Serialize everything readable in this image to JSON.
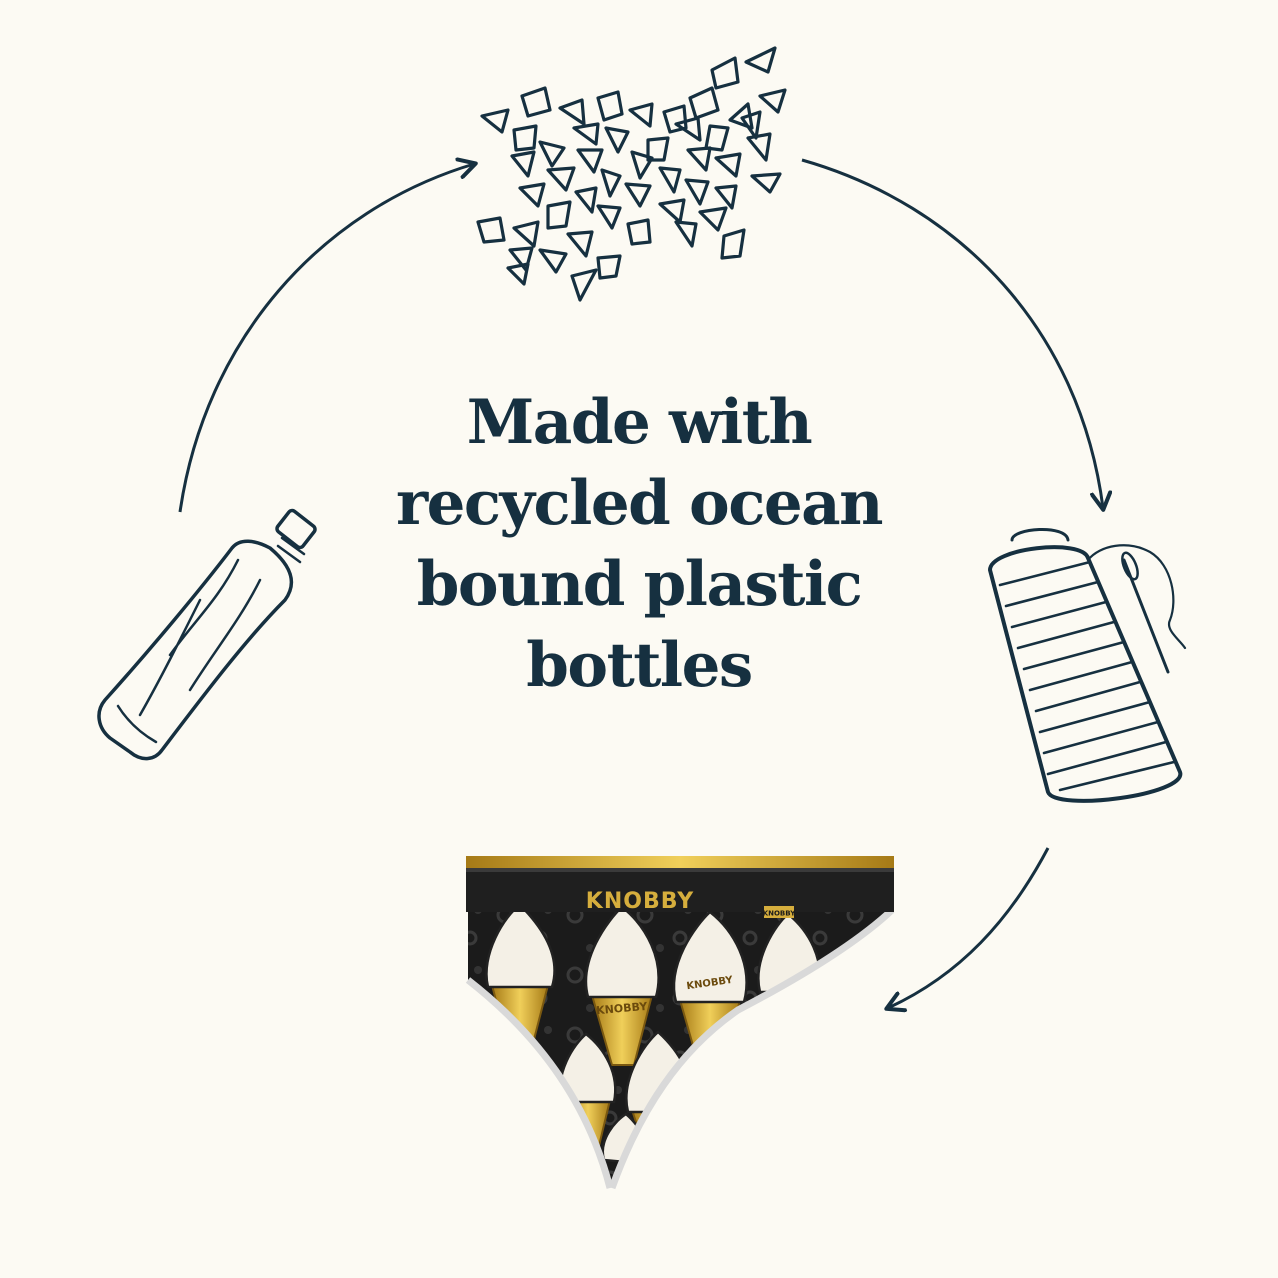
{
  "headline": {
    "lines": [
      "Made with",
      "recycled ocean",
      "bound plastic",
      "bottles"
    ]
  },
  "brand": {
    "waistband_text": "KNOBBY",
    "tag_text": "KNOBBY",
    "cone_text_1": "KNOBBY",
    "cone_text_2": "KNOBBY"
  },
  "colors": {
    "background": "#fcfaf3",
    "ink": "#163040",
    "gold": "#c9a230",
    "fabric": "#1b1b1b"
  },
  "icons": [
    "plastic-bottle-icon",
    "plastic-flakes-icon",
    "thread-spool-icon",
    "underwear-product"
  ]
}
